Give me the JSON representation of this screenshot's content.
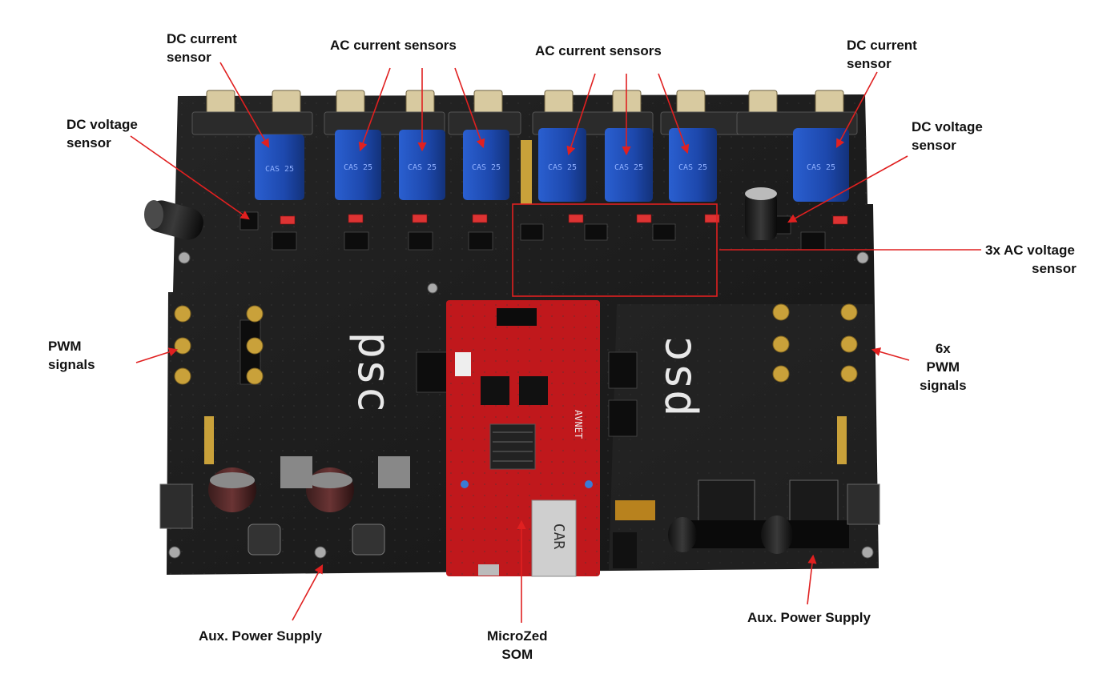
{
  "labels": {
    "dc_current_left": [
      "DC current",
      "sensor"
    ],
    "ac_current_1": "AC current sensors",
    "ac_current_2": "AC current sensors",
    "dc_current_right": [
      "DC current",
      "sensor"
    ],
    "dc_voltage_left": [
      "DC voltage",
      "sensor"
    ],
    "dc_voltage_right": [
      "DC voltage",
      "sensor"
    ],
    "ac_voltage": [
      "3x AC voltage",
      "sensor"
    ],
    "pwm_left": [
      "PWM",
      "signals"
    ],
    "pwm_right": [
      "6x",
      "PWM",
      "signals"
    ],
    "aux_left": "Aux. Power Supply",
    "aux_right": "Aux. Power Supply",
    "microzed": [
      "MicroZed",
      "SOM"
    ]
  },
  "board_text": {
    "logo_left": "psc",
    "logo_right": "psc",
    "som_brand": "AVNET",
    "som_model": "CAR",
    "sensor_model": "CAS 25"
  },
  "colors": {
    "pcb": "#1b1b1b",
    "sensor_blue": "#1f4fb8",
    "som_red": "#c0181c",
    "arrow_red": "#e02020",
    "connector_gold": "#c9a13a"
  }
}
